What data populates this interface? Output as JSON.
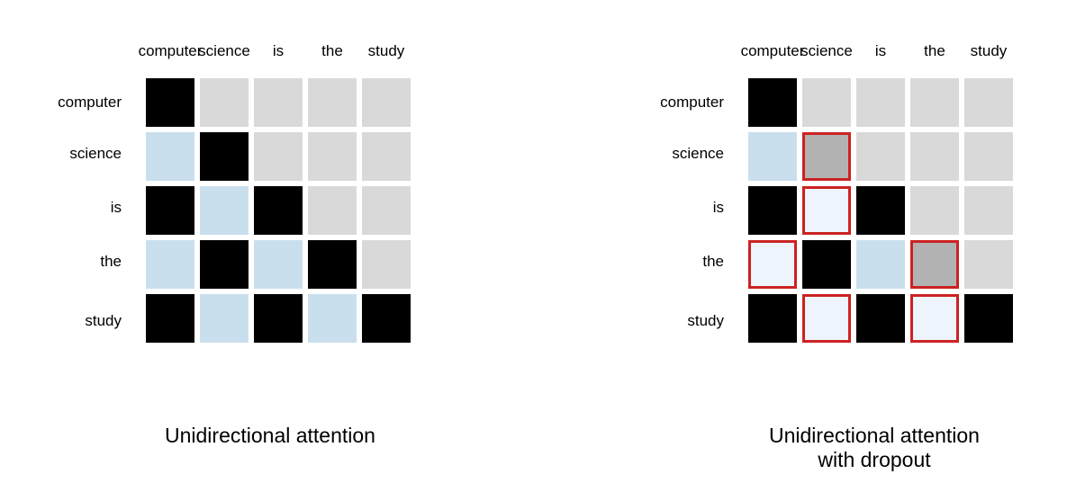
{
  "colors": {
    "attend": "#000000",
    "masked": "#d9d9d9",
    "partial": "#c9dfee",
    "dropped_attend": "#b2b2b2",
    "dropped_partial": "#eef4fb",
    "dropout_border": "#cc2222"
  },
  "tokens": [
    "computer",
    "science",
    "is",
    "the",
    "study"
  ],
  "panels": [
    {
      "id": "plain",
      "caption_lines": [
        "Unidirectional attention"
      ],
      "grid": [
        [
          {
            "s": "attend"
          },
          {
            "s": "masked"
          },
          {
            "s": "masked"
          },
          {
            "s": "masked"
          },
          {
            "s": "masked"
          }
        ],
        [
          {
            "s": "partial"
          },
          {
            "s": "attend"
          },
          {
            "s": "masked"
          },
          {
            "s": "masked"
          },
          {
            "s": "masked"
          }
        ],
        [
          {
            "s": "attend"
          },
          {
            "s": "partial"
          },
          {
            "s": "attend"
          },
          {
            "s": "masked"
          },
          {
            "s": "masked"
          }
        ],
        [
          {
            "s": "partial"
          },
          {
            "s": "attend"
          },
          {
            "s": "partial"
          },
          {
            "s": "attend"
          },
          {
            "s": "masked"
          }
        ],
        [
          {
            "s": "attend"
          },
          {
            "s": "partial"
          },
          {
            "s": "attend"
          },
          {
            "s": "partial"
          },
          {
            "s": "attend"
          }
        ]
      ]
    },
    {
      "id": "dropout",
      "caption_lines": [
        "Unidirectional attention",
        "with dropout"
      ],
      "grid": [
        [
          {
            "s": "attend"
          },
          {
            "s": "masked"
          },
          {
            "s": "masked"
          },
          {
            "s": "masked"
          },
          {
            "s": "masked"
          }
        ],
        [
          {
            "s": "partial"
          },
          {
            "s": "dropped_attend",
            "dropped": true
          },
          {
            "s": "masked"
          },
          {
            "s": "masked"
          },
          {
            "s": "masked"
          }
        ],
        [
          {
            "s": "attend"
          },
          {
            "s": "dropped_partial",
            "dropped": true
          },
          {
            "s": "attend"
          },
          {
            "s": "masked"
          },
          {
            "s": "masked"
          }
        ],
        [
          {
            "s": "dropped_partial",
            "dropped": true
          },
          {
            "s": "attend"
          },
          {
            "s": "partial"
          },
          {
            "s": "dropped_attend",
            "dropped": true
          },
          {
            "s": "masked"
          }
        ],
        [
          {
            "s": "attend"
          },
          {
            "s": "dropped_partial",
            "dropped": true
          },
          {
            "s": "attend"
          },
          {
            "s": "dropped_partial",
            "dropped": true
          },
          {
            "s": "attend"
          }
        ]
      ]
    }
  ]
}
